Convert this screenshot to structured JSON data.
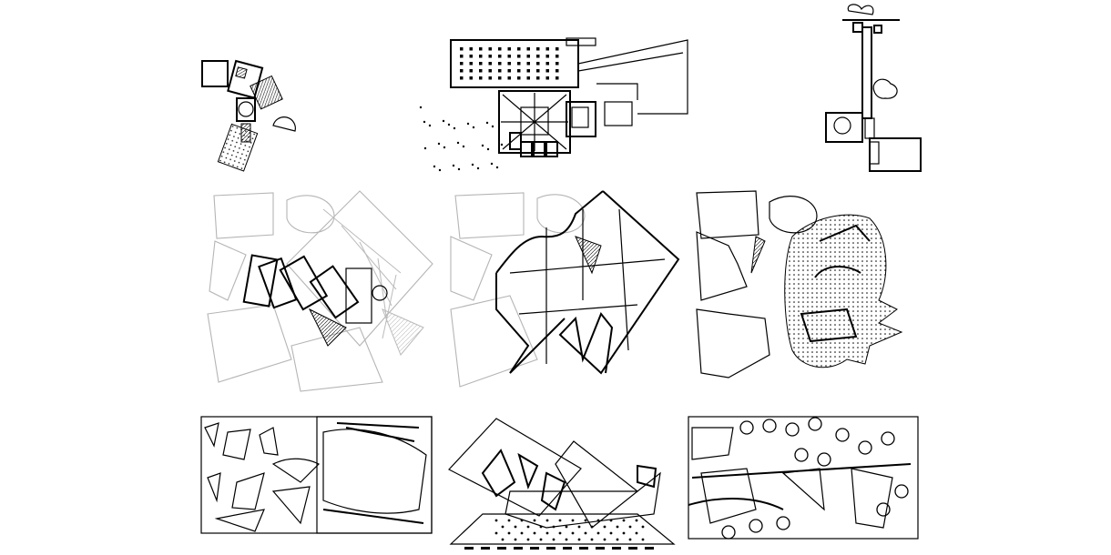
{
  "sheet": {
    "panels": [
      {
        "row": 1,
        "col": 1,
        "kind": "site-plan"
      },
      {
        "row": 1,
        "col": 2,
        "kind": "site-plan"
      },
      {
        "row": 1,
        "col": 3,
        "kind": "site-plan"
      },
      {
        "row": 2,
        "col": 1,
        "kind": "overlay-plan"
      },
      {
        "row": 2,
        "col": 2,
        "kind": "overlay-plan"
      },
      {
        "row": 2,
        "col": 3,
        "kind": "overlay-plan"
      },
      {
        "row": 3,
        "col": 1,
        "kind": "figure-ground"
      },
      {
        "row": 3,
        "col": 2,
        "kind": "figure-ground"
      },
      {
        "row": 3,
        "col": 3,
        "kind": "figure-ground"
      }
    ],
    "colors": {
      "ink": "#000000",
      "ghost": "#b5b5b5",
      "paper": "#ffffff"
    }
  }
}
